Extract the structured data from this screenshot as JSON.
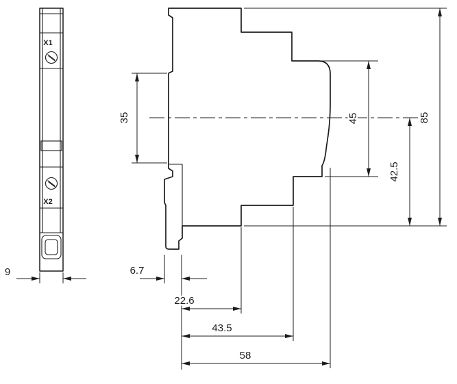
{
  "drawing": {
    "type": "technical-dimension-drawing",
    "front_view": {
      "label_x1": "X1",
      "label_x2": "X2",
      "dim_width": "9"
    },
    "side_view": {
      "dim_front_height": "35",
      "dim_section_height": "45",
      "dim_total_height": "85",
      "dim_half_height": "42.5",
      "dim_latch_depth": "6.7",
      "dim_front_depth": "22.6",
      "dim_mid_depth": "43.5",
      "dim_total_depth": "58"
    },
    "colors": {
      "line": "#1c1c1c",
      "background": "#ffffff"
    }
  }
}
